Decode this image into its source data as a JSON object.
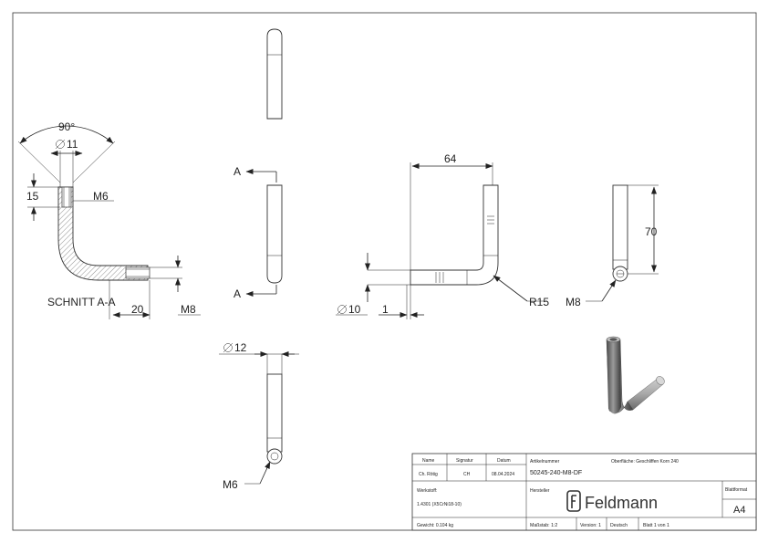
{
  "dimensions": {
    "angle": "90°",
    "dia11": "11",
    "d15": "15",
    "m6_top": "M6",
    "section": "SCHNITT A-A",
    "d20": "20",
    "m8_left": "M8",
    "a_top": "A",
    "a_bottom": "A",
    "d64": "64",
    "dia10": "10",
    "d1": "1",
    "r15": "R15",
    "d70": "70",
    "m8_right": "M8",
    "dia12": "12",
    "m6_bottom": "M6"
  },
  "titleblock": {
    "name_label": "Name",
    "signatur_label": "Signatur",
    "datum_label": "Datum",
    "name_value": "Ch. Rötig",
    "signatur_value": "CH",
    "datum_value": "08.04.2024",
    "werkstoff_label": "Werkstoff:",
    "werkstoff_value": "1.4301 (X5CrNi18-10)",
    "gewicht": "Gewicht: 0.104 kg",
    "artikel_label": "Artikelnummer",
    "artikel_value": "50245-240-M8-DF",
    "oberflaeche": "Oberfläche:  Geschliffen Korn 240",
    "hersteller_label": "Hersteller",
    "logo_text": "Feldmann",
    "blattformat_label": "Blattformat",
    "blattformat_value": "A4",
    "massstab": "Maßstab: 1:2",
    "version": "Version: 1",
    "sprache": "Deutsch",
    "blatt": "Blatt 1 von 1"
  }
}
